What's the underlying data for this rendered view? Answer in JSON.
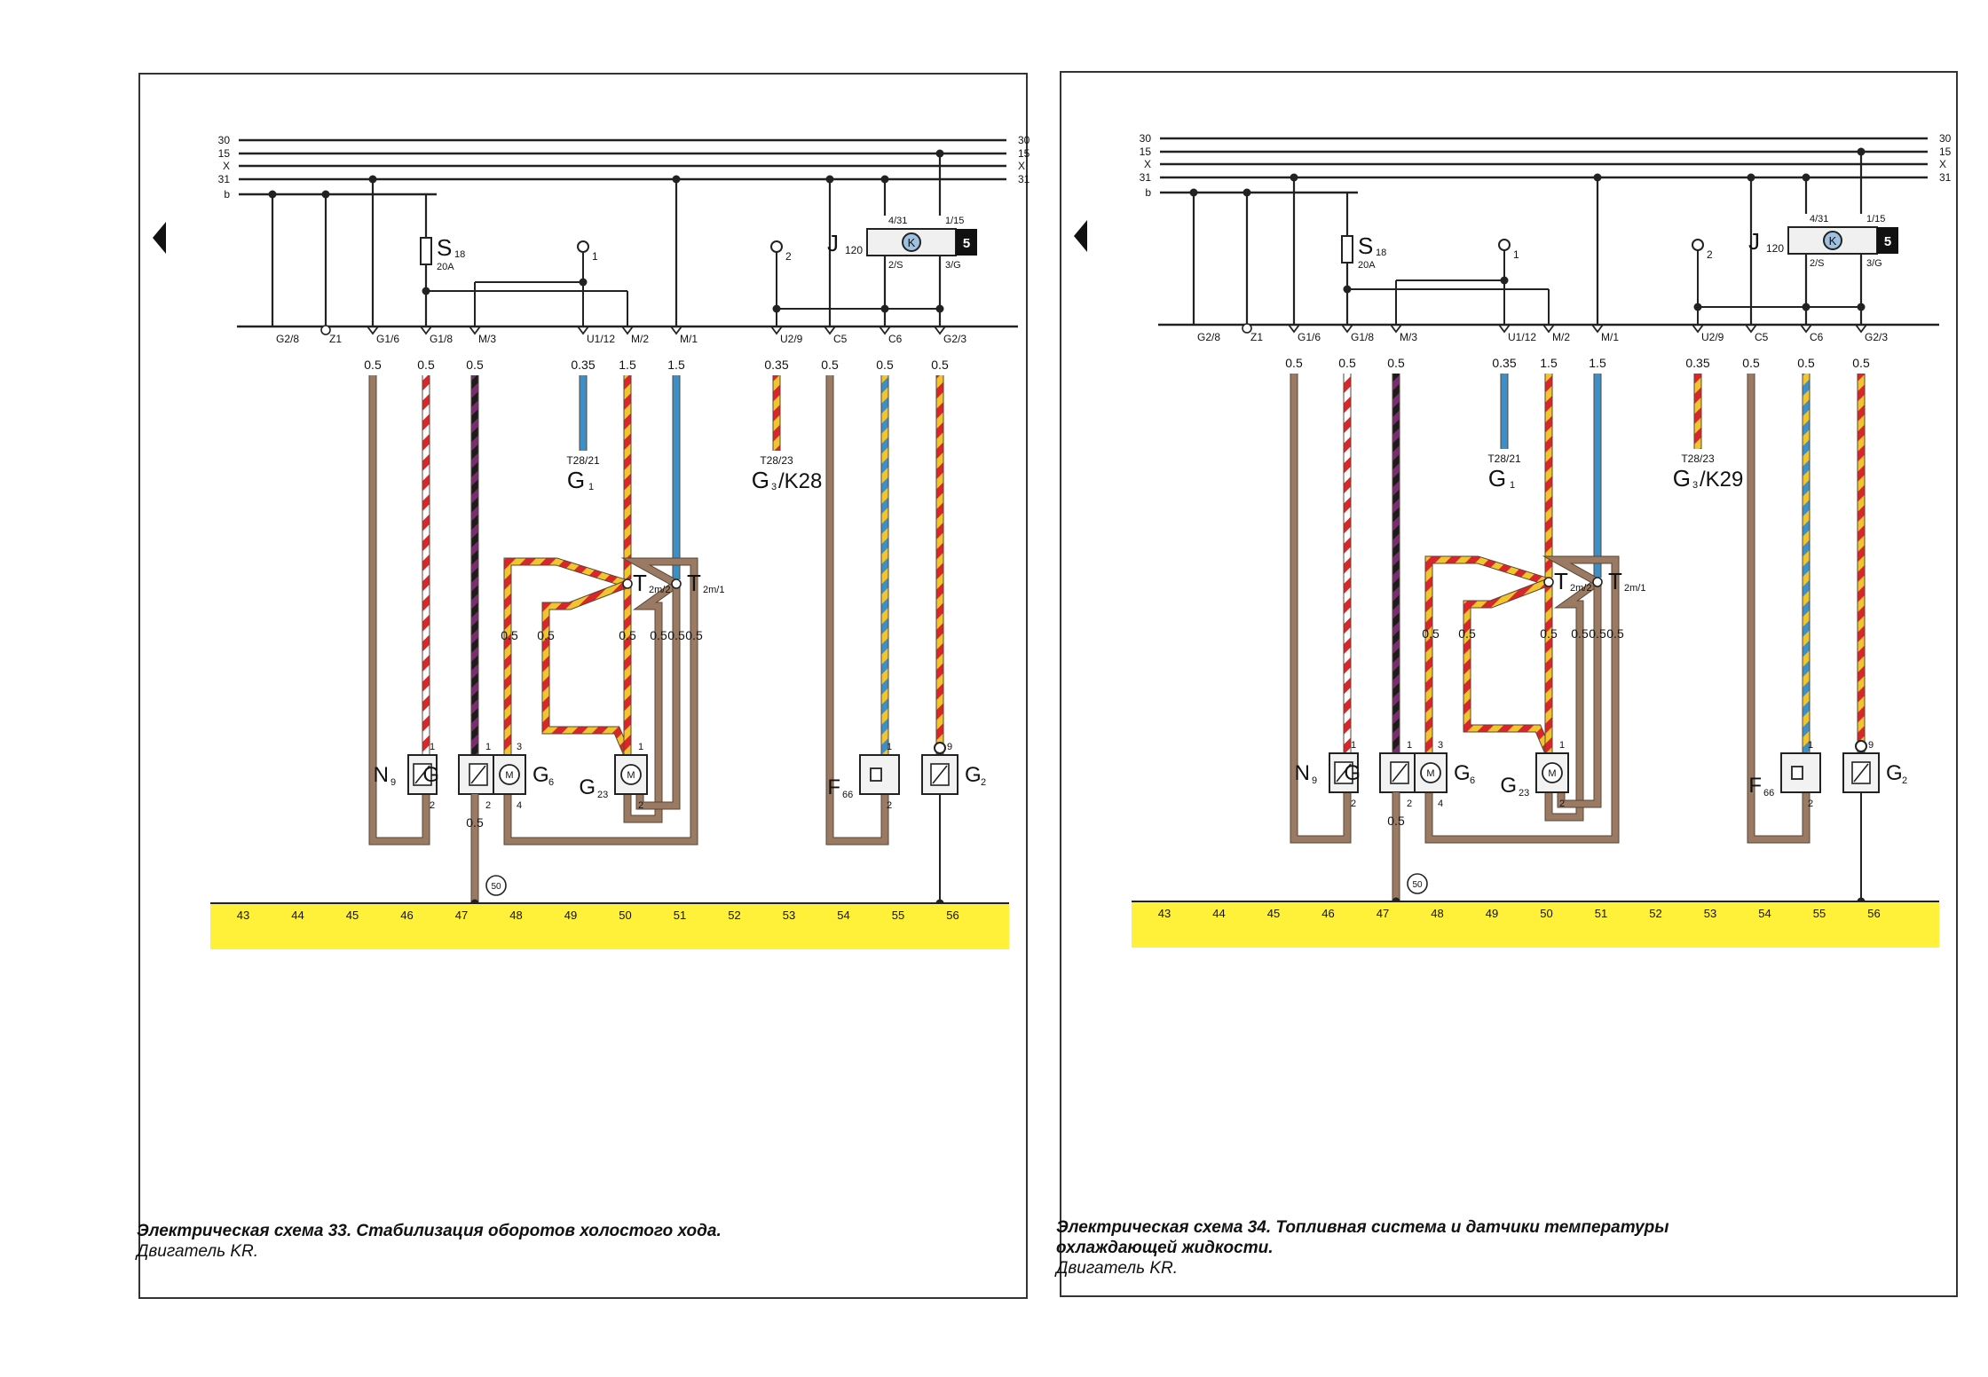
{
  "colors": {
    "brown": "#9a7a62",
    "red": "#d8262b",
    "yellow": "#f1c52e",
    "blue": "#3d8fc8",
    "black": "#1c1c1c",
    "violet": "#7a2c73",
    "white": "#ffffff",
    "strip": "#fff03a"
  },
  "bus_labels": [
    "30",
    "15",
    "X",
    "31",
    "b"
  ],
  "right_bus_labels": [
    "30",
    "15",
    "X",
    "31"
  ],
  "panels": [
    {
      "caption_title": "Электрическая схема 33. Стабилизация оборотов холостого хода.",
      "caption_engine": "Двигатель KR.",
      "arrow_icon": "left-triangle-icon",
      "fuse": {
        "name": "S",
        "sub": "18",
        "rating": "20A"
      },
      "relay": {
        "name": "J",
        "sub": "120",
        "symbol": "K",
        "box": "5",
        "pins": [
          "4/31",
          "1/15",
          "2/S",
          "3/G"
        ]
      },
      "terminals": [
        {
          "label": "1",
          "ref": "",
          "name": "G",
          "sub": "1",
          "post": ""
        },
        {
          "label": "2",
          "ref": "T28/23",
          "name": "G",
          "sub": "3",
          "post": "/K28"
        }
      ],
      "connector_labels": [
        "G2/8",
        "Z1",
        "G1/6",
        "G1/8",
        "M/3",
        "U1/12",
        "M/2",
        "M/1",
        "U2/9",
        "C5",
        "C6",
        "G2/3"
      ],
      "wire_sizes": [
        "0.5",
        "0.5",
        "0.5",
        "0.35",
        "1.5",
        "1.5",
        "0.35",
        "0.5",
        "0.5",
        "0.5"
      ],
      "g1_ref": "T28/21",
      "junctions": [
        {
          "name": "T",
          "sub": "2m/2"
        },
        {
          "name": "T",
          "sub": "2m/1"
        }
      ],
      "loop_sizes": [
        "0.5",
        "0.5",
        "0.5",
        "0.5",
        "0.5",
        "0.5"
      ],
      "components": [
        {
          "name": "N",
          "sub": "9",
          "pins": [
            "1",
            "2"
          ]
        },
        {
          "name": "G",
          "sub": "",
          "pins": [
            "1",
            "2"
          ]
        },
        {
          "name": "G",
          "sub": "6",
          "pins": [
            "3",
            "4"
          ]
        },
        {
          "name": "G",
          "sub": "23",
          "pins": [
            "1",
            "2"
          ]
        },
        {
          "name": "F",
          "sub": "66",
          "pins": [
            "1",
            "2"
          ]
        },
        {
          "name": "G",
          "sub": "2",
          "pins": [
            "9"
          ]
        }
      ],
      "ground_size": "0.5",
      "ground_circle": "50",
      "strip_numbers": [
        "43",
        "44",
        "45",
        "46",
        "47",
        "48",
        "49",
        "50",
        "51",
        "52",
        "53",
        "54",
        "55",
        "56"
      ]
    },
    {
      "caption_title": "Электрическая схема 34. Топливная система и датчики температуры охлаждающей жидкости.",
      "caption_engine": "Двигатель KR.",
      "arrow_icon": "left-triangle-icon",
      "fuse": {
        "name": "S",
        "sub": "18",
        "rating": "20A"
      },
      "relay": {
        "name": "J",
        "sub": "120",
        "symbol": "K",
        "box": "5",
        "pins": [
          "4/31",
          "1/15",
          "2/S",
          "3/G"
        ]
      },
      "terminals": [
        {
          "label": "1",
          "ref": "",
          "name": "G",
          "sub": "1",
          "post": ""
        },
        {
          "label": "2",
          "ref": "T28/23",
          "name": "G",
          "sub": "3",
          "post": "/K29"
        }
      ],
      "connector_labels": [
        "G2/8",
        "Z1",
        "G1/6",
        "G1/8",
        "M/3",
        "U1/12",
        "M/2",
        "M/1",
        "U2/9",
        "C5",
        "C6",
        "G2/3"
      ],
      "wire_sizes": [
        "0.5",
        "0.5",
        "0.5",
        "0.35",
        "1.5",
        "1.5",
        "0.35",
        "0.5",
        "0.5",
        "0.5"
      ],
      "g1_ref": "T28/21",
      "junctions": [
        {
          "name": "T",
          "sub": "2m/2"
        },
        {
          "name": "T",
          "sub": "2m/1"
        }
      ],
      "loop_sizes": [
        "0.5",
        "0.5",
        "0.5",
        "0.5",
        "0.5",
        "0.5"
      ],
      "components": [
        {
          "name": "N",
          "sub": "9",
          "pins": [
            "1",
            "2"
          ]
        },
        {
          "name": "G",
          "sub": "",
          "pins": [
            "1",
            "2"
          ]
        },
        {
          "name": "G",
          "sub": "6",
          "pins": [
            "3",
            "4"
          ]
        },
        {
          "name": "G",
          "sub": "23",
          "pins": [
            "1",
            "2"
          ]
        },
        {
          "name": "F",
          "sub": "66",
          "pins": [
            "1",
            "2"
          ]
        },
        {
          "name": "G",
          "sub": "2",
          "pins": [
            "9"
          ]
        }
      ],
      "ground_size": "0.5",
      "ground_circle": "50",
      "strip_numbers": [
        "43",
        "44",
        "45",
        "46",
        "47",
        "48",
        "49",
        "50",
        "51",
        "52",
        "53",
        "54",
        "55",
        "56"
      ]
    }
  ]
}
